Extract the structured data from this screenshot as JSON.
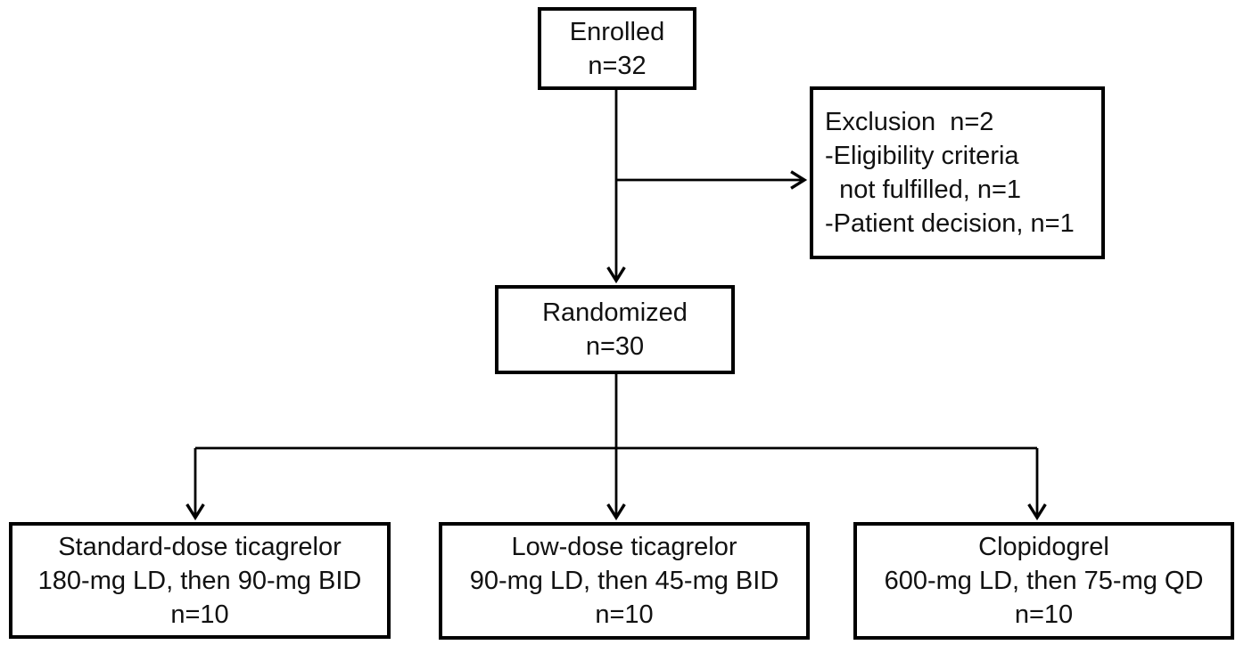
{
  "diagram": {
    "type": "flowchart",
    "description": "CONSORT-style randomized trial enrollment flow diagram",
    "colors": {
      "background": "#ffffff",
      "line": "#000000",
      "text": "#111111"
    },
    "boxes": {
      "enrolled": {
        "lines": [
          "Enrolled",
          "n=32"
        ]
      },
      "exclusion": {
        "lines": [
          "Exclusion  n=2",
          "-Eligibility criteria",
          "  not fulfilled, n=1",
          "-Patient decision, n=1"
        ]
      },
      "randomized": {
        "lines": [
          "Randomized",
          "n=30"
        ]
      },
      "arm_standard": {
        "lines": [
          "Standard-dose ticagrelor",
          "180-mg LD, then 90-mg BID",
          "n=10"
        ]
      },
      "arm_low": {
        "lines": [
          "Low-dose ticagrelor",
          "90-mg LD, then 45-mg BID",
          "n=10"
        ]
      },
      "arm_clopidogrel": {
        "lines": [
          "Clopidogrel",
          "600-mg LD, then 75-mg QD",
          "n=10"
        ]
      }
    },
    "edges": [
      {
        "from": "enrolled",
        "to": "randomized",
        "style": "arrow"
      },
      {
        "from": "enrolled",
        "to": "exclusion",
        "style": "arrow-branch"
      },
      {
        "from": "randomized",
        "to": "arm_standard",
        "style": "arrow"
      },
      {
        "from": "randomized",
        "to": "arm_low",
        "style": "arrow"
      },
      {
        "from": "randomized",
        "to": "arm_clopidogrel",
        "style": "arrow"
      }
    ]
  }
}
